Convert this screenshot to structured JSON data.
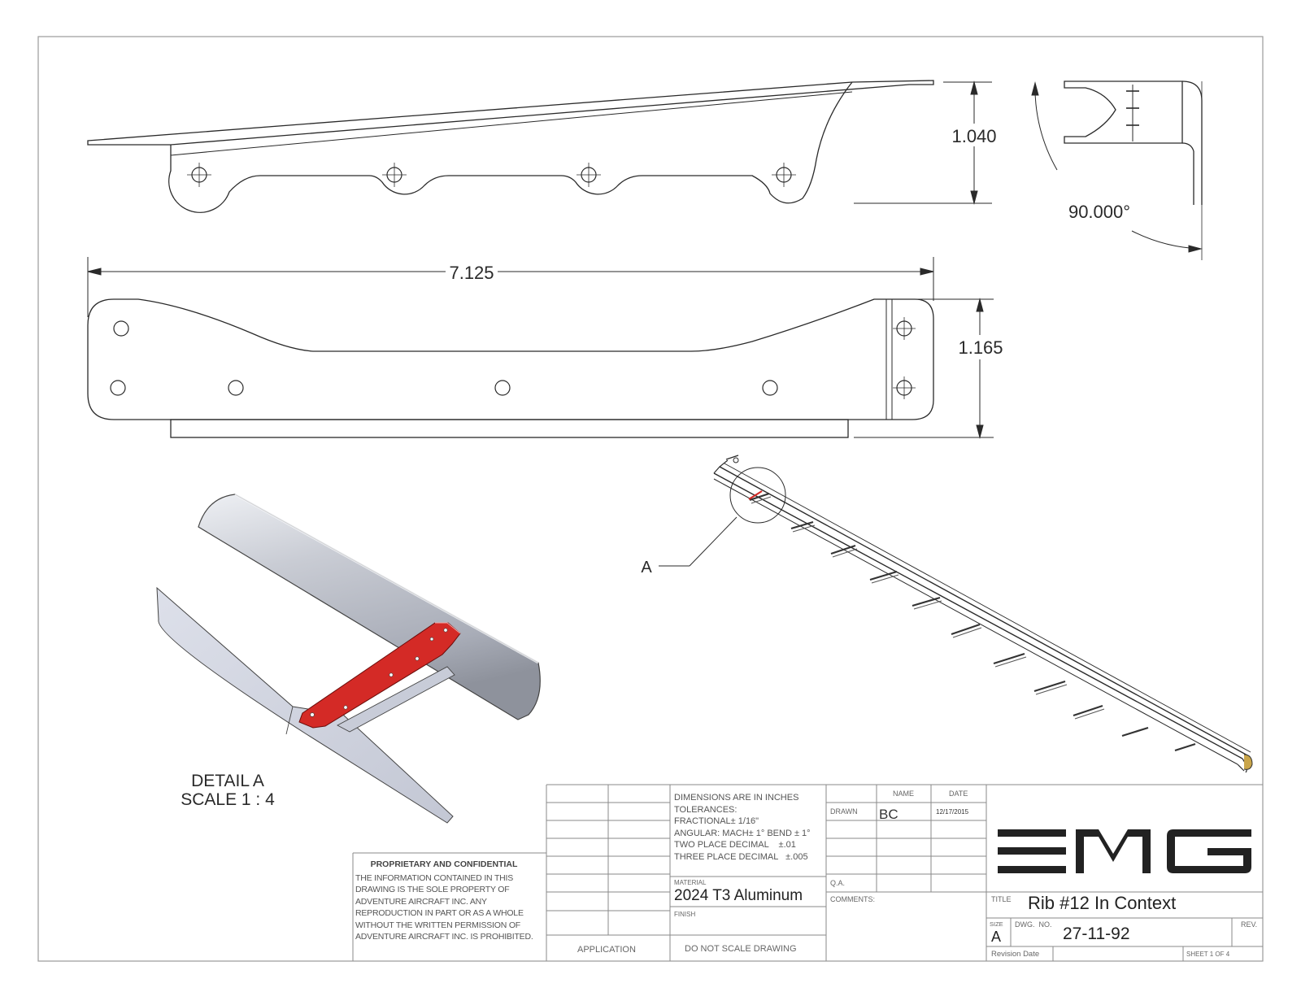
{
  "views": {
    "dimensions": {
      "flange_height": "1.040",
      "bend_angle": "90.000°",
      "overall_length": "7.125",
      "web_height": "1.165"
    },
    "callout_label": "A",
    "detail_title": "DETAIL A",
    "detail_scale": "SCALE 1 : 4"
  },
  "title_block": {
    "general_notes": [
      "DIMENSIONS ARE IN INCHES",
      "TOLERANCES:",
      "FRACTIONAL± 1/16\"",
      "ANGULAR: MACH± 1° BEND ± 1°",
      "TWO PLACE DECIMAL    ±.01",
      "THREE PLACE DECIMAL   ±.005"
    ],
    "name_header": "NAME",
    "date_header": "DATE",
    "drawn_label": "DRAWN",
    "drawn_by": "BC",
    "drawn_date": "12/17/2015",
    "qa_label": "Q.A.",
    "comments_label": "COMMENTS:",
    "material_label": "MATERIAL",
    "material": "2024 T3 Aluminum",
    "finish_label": "FINISH",
    "application_label": "APPLICATION",
    "do_not_scale": "DO NOT SCALE DRAWING",
    "title_label": "TITLE",
    "title": "Rib #12 In Context",
    "size_label": "SIZE",
    "size": "A",
    "dwg_no_label": "DWG.  NO.",
    "dwg_no": "27-11-92",
    "rev_label": "REV.",
    "revision_date_label": "Revision Date",
    "sheet": "SHEET 1 OF 4",
    "proprietary_heading": "PROPRIETARY AND CONFIDENTIAL",
    "proprietary_text": "THE INFORMATION CONTAINED IN THIS DRAWING IS THE SOLE PROPERTY OF ADVENTURE AIRCRAFT INC.  ANY REPRODUCTION IN PART OR AS A WHOLE WITHOUT THE WRITTEN PERMISSION OF ADVENTURE AIRCRAFT INC. IS PROHIBITED.",
    "logo": "EMG"
  },
  "colors": {
    "line": "#2a2a2a",
    "highlight": "#d42a26",
    "tube": "#c4c7d0",
    "frame": "#9a9a9a"
  }
}
